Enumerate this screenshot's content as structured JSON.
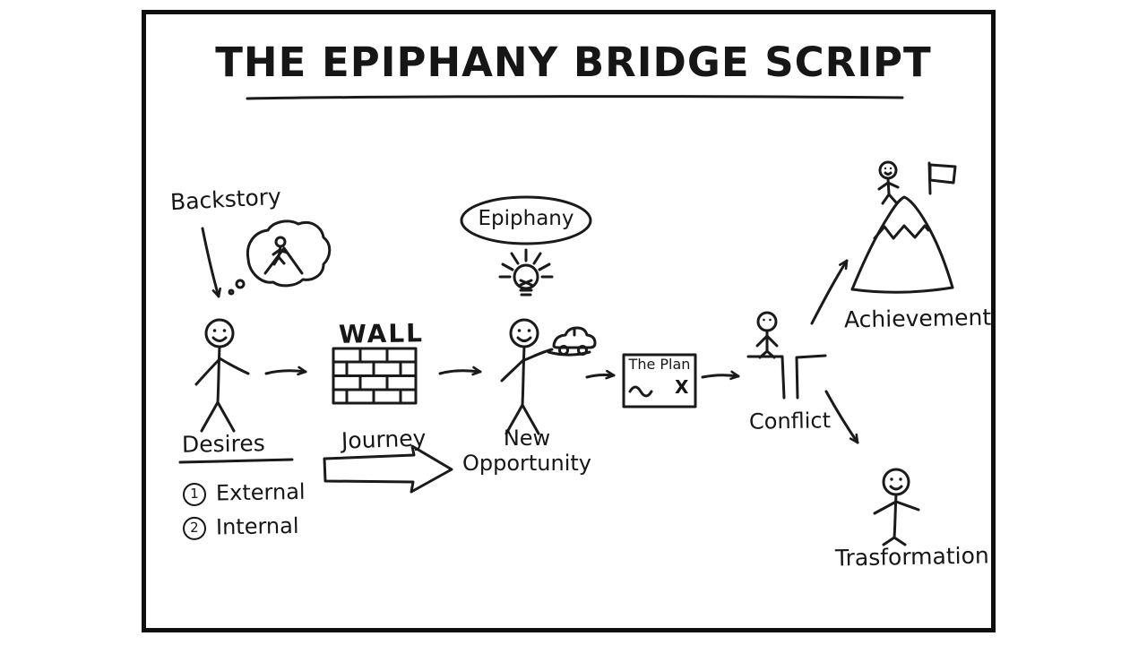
{
  "diagram": {
    "title": "THE EPIPHANY BRIDGE SCRIPT",
    "labels": {
      "backstory": "Backstory",
      "desires": "Desires",
      "desire_1_num": "1",
      "desire_1": "External",
      "desire_2_num": "2",
      "desire_2": "Internal",
      "wall": "WALL",
      "journey": "Journey",
      "epiphany": "Epiphany",
      "new_opportunity_line1": "New",
      "new_opportunity_line2": "Opportunity",
      "plan_title": "The Plan",
      "plan_x": "X",
      "conflict": "Conflict",
      "achievement": "Achievement",
      "transformation": "Trasformation"
    },
    "colors": {
      "ink": "#161616",
      "background": "#ffffff"
    }
  }
}
